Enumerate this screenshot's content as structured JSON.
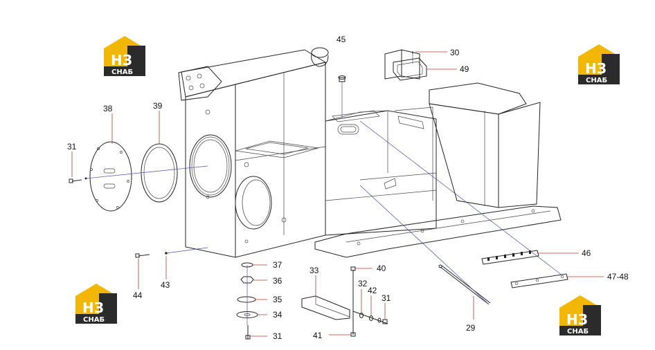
{
  "logo": {
    "mark": "НЗ",
    "subtitle": "СНАБ",
    "accent": "#f2b705",
    "dark": "#2b2b2b"
  },
  "callouts": {
    "c45": "45",
    "c30": "30",
    "c49": "49",
    "c38": "38",
    "c39": "39",
    "c31a": "31",
    "c37": "37",
    "c36": "36",
    "c35": "35",
    "c34": "34",
    "c31b": "31",
    "c33": "33",
    "c40": "40",
    "c32": "32",
    "c42": "42",
    "c31c": "31",
    "c41": "41",
    "c46": "46",
    "c4748": "47-48",
    "c29": "29",
    "c44": "44",
    "c43": "43"
  }
}
